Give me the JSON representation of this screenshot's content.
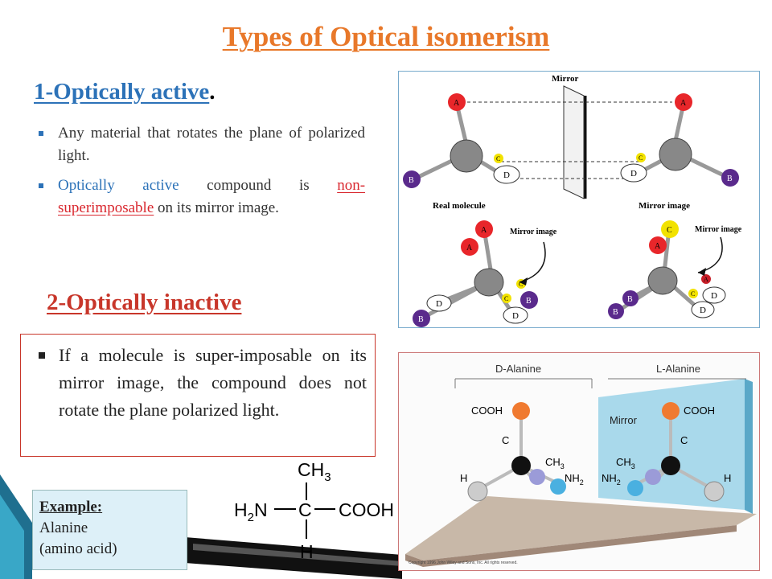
{
  "title": "Types of Optical isomerism",
  "section1": {
    "heading": "1-Optically active",
    "heading_punct": ".",
    "bullet1": "Any material that rotates the plane of polarized light.",
    "bullet2_a": "Optically active",
    "bullet2_b": " compound is ",
    "bullet2_c": "non-superimposable",
    "bullet2_d": " on its mirror image."
  },
  "section2": {
    "heading": "2-Optically inactive",
    "bullet": "If a molecule is super-imposable on its mirror image, the compound does not rotate the plane polarized light."
  },
  "example": {
    "label": "Example:",
    "line1": "Alanine",
    "line2": "(amino acid)"
  },
  "structure": {
    "top": "CH",
    "top_sub": "3",
    "left": "H",
    "left_sub": "2",
    "left_n": "N",
    "center": "C",
    "right": "COOH",
    "bottom": "H"
  },
  "figure1": {
    "mirror_label": "Mirror",
    "real_label": "Real molecule",
    "mirror_image_label": "Mirror image",
    "mirror_image_label_2": "Mirror image",
    "mirror_image_label_3": "Mirror image",
    "atom_a": "A",
    "atom_b": "B",
    "atom_c": "C",
    "atom_d": "D"
  },
  "figure2": {
    "d_label": "D-Alanine",
    "l_label": "L-Alanine",
    "mirror": "Mirror",
    "cooh": "COOH",
    "c": "C",
    "ch3": "CH",
    "ch3_sub": "3",
    "nh2": "NH",
    "nh2_sub": "2",
    "h": "H",
    "copyright": "Copyright 1996 John Wiley and Sons, Inc. All rights reserved."
  }
}
